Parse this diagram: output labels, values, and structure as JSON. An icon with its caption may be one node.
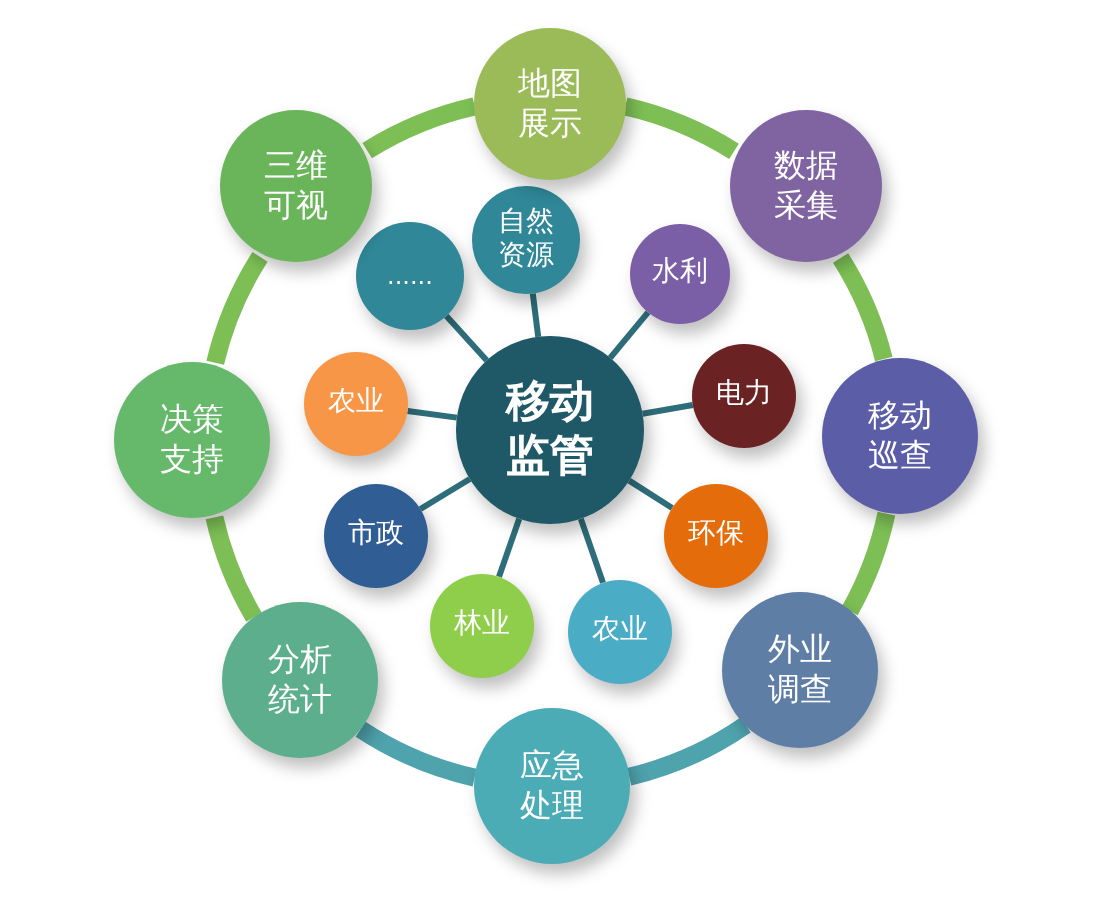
{
  "diagram": {
    "nodes": [
      {
        "text": [
          "移动监管"
        ]
      },
      {
        "text": [
          "自然资源"
        ]
      },
      {
        "text": [
          "水利"
        ]
      },
      {
        "text": [
          "电力"
        ]
      },
      {
        "text": [
          "环保"
        ]
      },
      {
        "text": [
          "农业"
        ]
      },
      {
        "text": [
          "林业"
        ]
      },
      {
        "text": [
          "市政"
        ]
      },
      {
        "text": [
          "农业"
        ]
      },
      {
        "text": [
          "......"
        ]
      },
      {
        "text": [
          "地图展示"
        ]
      },
      {
        "text": [
          "数据采集"
        ]
      },
      {
        "text": [
          "移动巡查"
        ]
      },
      {
        "text": [
          "外业调查"
        ]
      },
      {
        "text": [
          "应急处理"
        ]
      },
      {
        "text": [
          "分析统计"
        ]
      },
      {
        "text": [
          "决策支持"
        ]
      },
      {
        "text": [
          "三维可视"
        ]
      }
    ],
    "edges": [
      {
        "from": 0,
        "to": 1,
        "arrow": "none"
      },
      {
        "from": 0,
        "to": 2,
        "arrow": "none"
      },
      {
        "from": 0,
        "to": 3,
        "arrow": "none"
      },
      {
        "from": 0,
        "to": 4,
        "arrow": "none"
      },
      {
        "from": 0,
        "to": 5,
        "arrow": "none"
      },
      {
        "from": 0,
        "to": 6,
        "arrow": "none"
      },
      {
        "from": 0,
        "to": 7,
        "arrow": "none"
      },
      {
        "from": 0,
        "to": 8,
        "arrow": "none"
      },
      {
        "from": 0,
        "to": 9,
        "arrow": "none"
      },
      {
        "from": 10,
        "to": 11,
        "arrow": "none",
        "style": "thick"
      },
      {
        "from": 11,
        "to": 12,
        "arrow": "none",
        "style": "thick"
      },
      {
        "from": 12,
        "to": 13,
        "arrow": "none",
        "style": "thick"
      },
      {
        "from": 13,
        "to": 14,
        "arrow": "none",
        "style": "thick",
        "color": "#4fa3ad"
      },
      {
        "from": 14,
        "to": 15,
        "arrow": "none",
        "style": "thick",
        "color": "#4fa3ad"
      },
      {
        "from": 15,
        "to": 16,
        "arrow": "none",
        "style": "thick"
      },
      {
        "from": 16,
        "to": 17,
        "arrow": "none",
        "style": "thick"
      },
      {
        "from": 17,
        "to": 10,
        "arrow": "none",
        "style": "thick"
      }
    ]
  }
}
